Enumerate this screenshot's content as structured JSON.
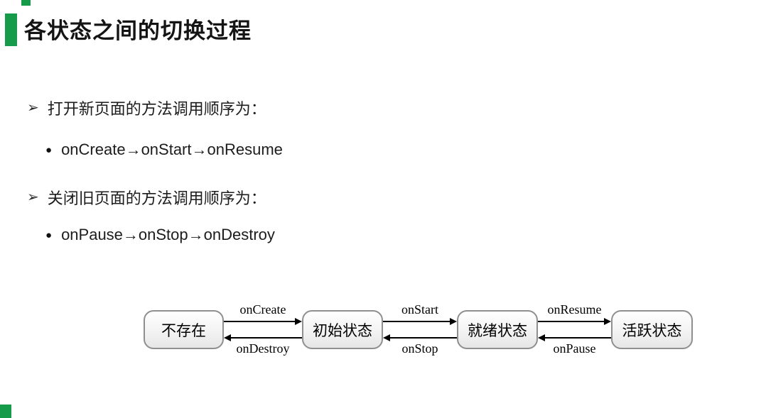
{
  "slide": {
    "title": "各状态之间的切换过程",
    "markers": {
      "arrow": "➢",
      "dot": "●"
    },
    "bullets": [
      {
        "text": "打开新页面的方法调用顺序为：",
        "sub": "onCreate→onStart→onResume"
      },
      {
        "text": "关闭旧页面的方法调用顺序为：",
        "sub": "onPause→onStop→onDestroy"
      }
    ]
  },
  "diagram": {
    "states": [
      "不存在",
      "初始状态",
      "就绪状态",
      "活跃状态"
    ],
    "transitions": [
      {
        "from": "不存在",
        "to": "初始状态",
        "label": "onCreate",
        "direction": "right"
      },
      {
        "from": "初始状态",
        "to": "不存在",
        "label": "onDestroy",
        "direction": "left"
      },
      {
        "from": "初始状态",
        "to": "就绪状态",
        "label": "onStart",
        "direction": "right"
      },
      {
        "from": "就绪状态",
        "to": "初始状态",
        "label": "onStop",
        "direction": "left"
      },
      {
        "from": "就绪状态",
        "to": "活跃状态",
        "label": "onResume",
        "direction": "right"
      },
      {
        "from": "活跃状态",
        "to": "就绪状态",
        "label": "onPause",
        "direction": "left"
      }
    ]
  },
  "colors": {
    "accent_green": "#169b4a",
    "box_border": "#8f8f8f",
    "text": "#1c1c1c"
  }
}
